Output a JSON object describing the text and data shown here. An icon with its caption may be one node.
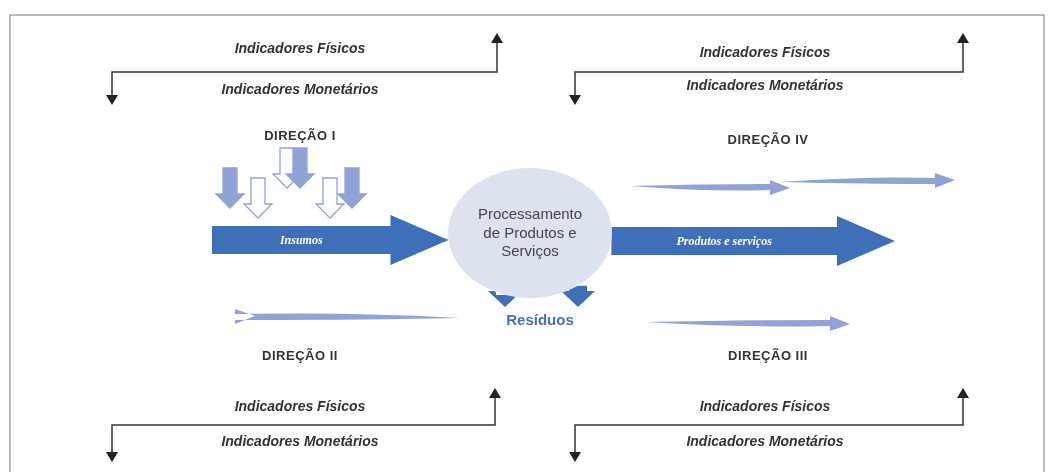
{
  "diagram": {
    "nodes": [
      {
        "text": [
          "Processamento de Produtos e Serviços"
        ]
      },
      {
        "text": [
          "Resíduos"
        ]
      }
    ],
    "edges": [
      {
        "from": null,
        "to": 0,
        "arrow": "to",
        "label": "Insumos"
      },
      {
        "from": 0,
        "to": null,
        "arrow": "to",
        "label": "Produtos e serviços"
      },
      {
        "from": 0,
        "to": 1,
        "arrow": "to"
      },
      {
        "from": 0,
        "to": 1,
        "arrow": "to"
      }
    ],
    "labels": [
      "Indicadores Físicos",
      "Indicadores Monetários",
      "Indicadores Físicos",
      "Indicadores Monetários",
      "DIREÇÃO I",
      "DIREÇÃO IV",
      "DIREÇÃO II",
      "DIREÇÃO III",
      "Indicadores Físicos",
      "Indicadores Monetários",
      "Indicadores Físicos",
      "Indicadores Monetários"
    ]
  }
}
